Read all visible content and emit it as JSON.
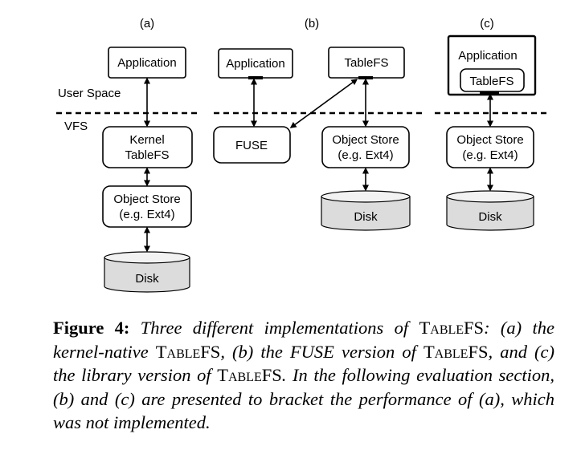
{
  "panels": {
    "a": {
      "label": "(a)",
      "application": "Application",
      "kernel_line1": "Kernel",
      "kernel_line2": "TableFS",
      "store_line1": "Object Store",
      "store_line2": "(e.g. Ext4)",
      "disk": "Disk"
    },
    "b": {
      "label": "(b)",
      "application": "Application",
      "tablefs": "TableFS",
      "fuse": "FUSE",
      "store_line1": "Object Store",
      "store_line2": "(e.g. Ext4)",
      "disk": "Disk"
    },
    "c": {
      "label": "(c)",
      "application": "Application",
      "tablefs": "TableFS",
      "store_line1": "Object Store",
      "store_line2": "(e.g. Ext4)",
      "disk": "Disk"
    }
  },
  "layers": {
    "user_space": "User Space",
    "vfs": "VFS"
  },
  "caption": {
    "figure_label": "Figure 4:",
    "p1": "Three different implementations of",
    "sc1": "TableFS",
    "p2": ": (a) the kernel-native",
    "sc2": "TableFS",
    "p3": ", (b) the FUSE version of",
    "sc3": "TableFS",
    "p4": ", and (c) the library version of",
    "sc4": "TableFS",
    "p5": ". In the following evaluation section, (b) and (c) are presented to bracket the performance of (a), which was not implemented."
  }
}
